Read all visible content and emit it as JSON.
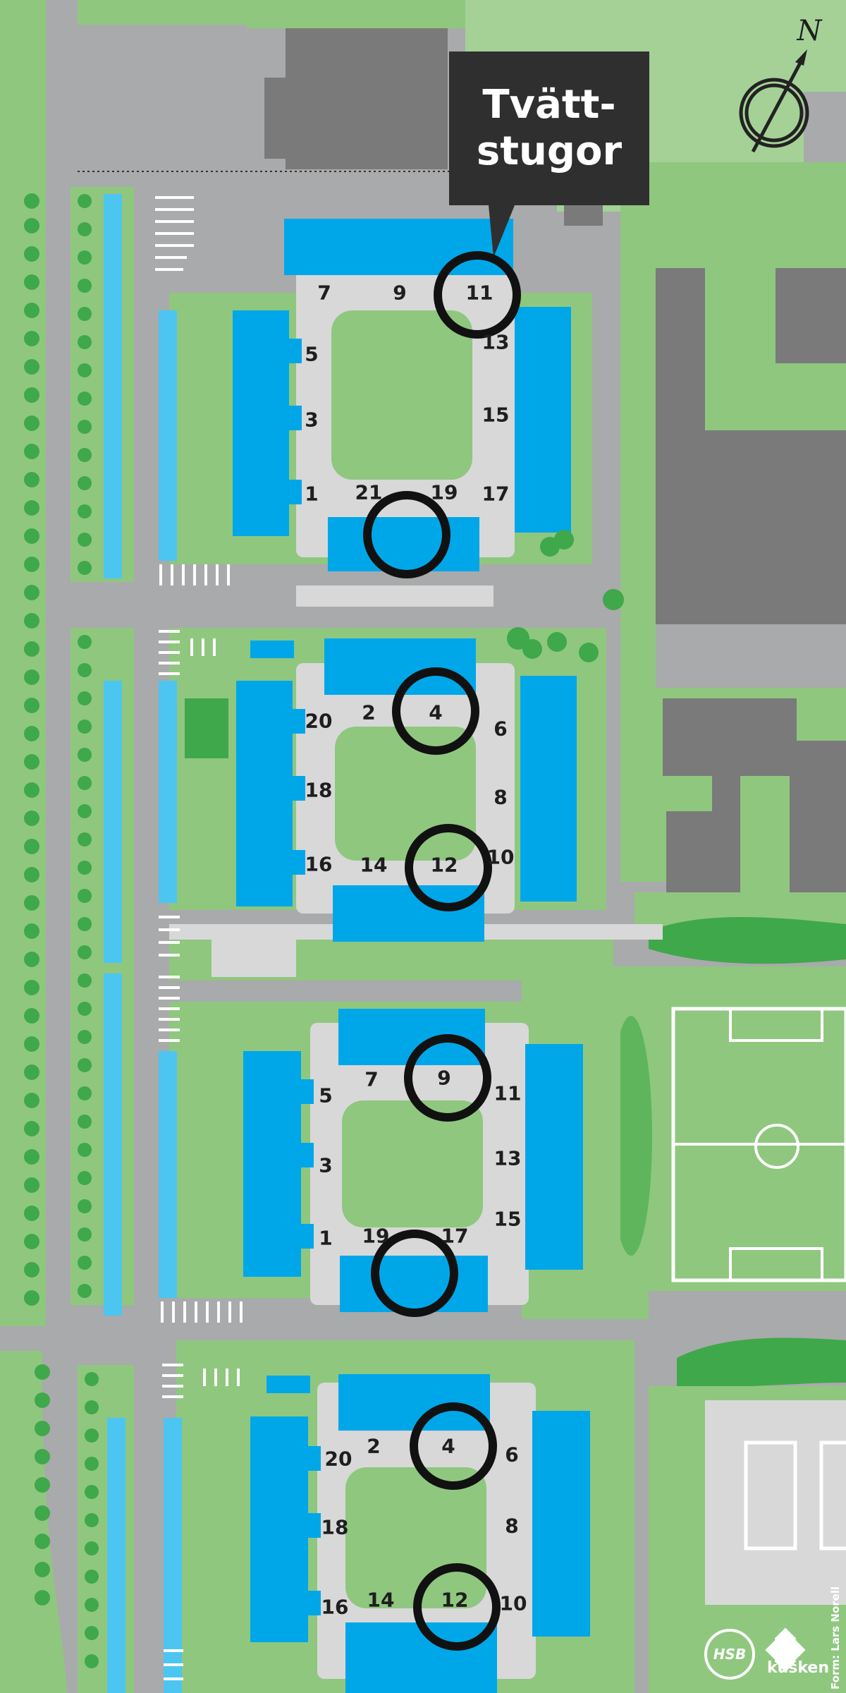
{
  "map": {
    "title_line1": "Tvätt-",
    "title_line2": "stugor",
    "compass_label": "N",
    "credit": "Form: Lars Norell",
    "logos": {
      "hsb": "HSB",
      "kusken": "kusken"
    },
    "colors": {
      "building": "#00a7e8",
      "building_light": "#4cc6f0",
      "grass": "#8fc77f",
      "grass_light": "#a5d197",
      "road": "#a9aaab",
      "path": "#d8d8d8",
      "other_building": "#7a7a7a",
      "tree": "#3fa84a",
      "marker": "#111111",
      "label_box": "#2f2f2f"
    },
    "house_numbers": {
      "block1": [
        "7",
        "9",
        "11",
        "13",
        "15",
        "17",
        "19",
        "21",
        "1",
        "3",
        "5"
      ],
      "block2": [
        "2",
        "4",
        "6",
        "8",
        "10",
        "12",
        "14",
        "16",
        "18",
        "20"
      ],
      "block3": [
        "7",
        "9",
        "11",
        "13",
        "15",
        "17",
        "19",
        "1",
        "3",
        "5"
      ],
      "block4": [
        "2",
        "4",
        "6",
        "8",
        "10",
        "12",
        "14",
        "16",
        "18",
        "20"
      ]
    },
    "laundry_markers": [
      "11",
      "19",
      "4",
      "12",
      "9",
      "17",
      "4",
      "12"
    ],
    "marker_icon": "laundry-ring-icon"
  }
}
